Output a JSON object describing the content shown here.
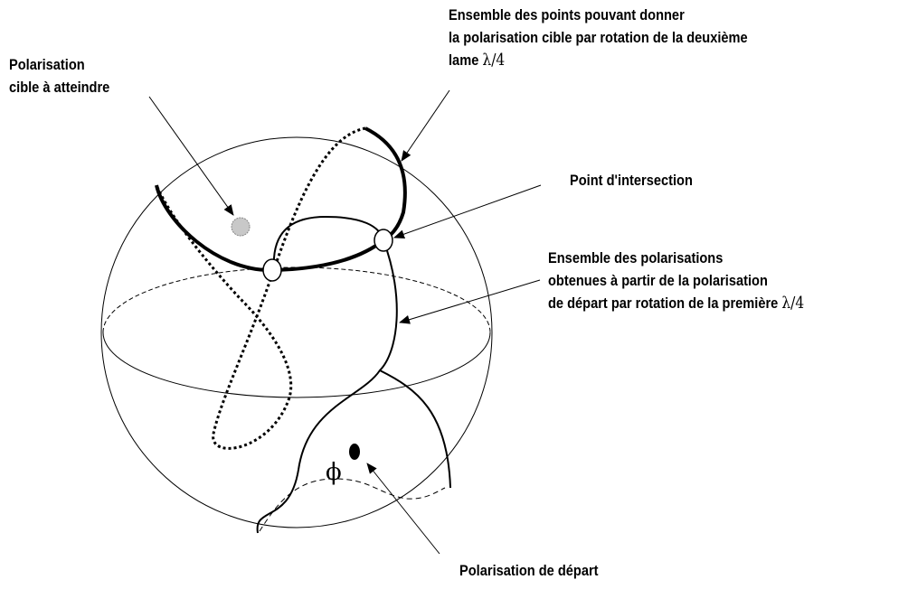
{
  "labels": {
    "target": {
      "line1": "Polarisation",
      "line2": "cible à atteindre"
    },
    "set_second": {
      "line1": "Ensemble des points pouvant donner",
      "line2": "la polarisation cible par rotation de la deuxième",
      "line3_text": "lame ",
      "line3_symbol": "λ/4"
    },
    "intersection": "Point d'intersection",
    "set_first": {
      "line1": "Ensemble des polarisations",
      "line2": "obtenues à partir de la polarisation",
      "line3_text": " de départ par rotation de la première ",
      "line3_symbol": "λ/4"
    },
    "start": "Polarisation de départ",
    "phi": "ϕ"
  },
  "colors": {
    "stroke": "#000000",
    "target_point": "#c8c8c8",
    "start_point": "#000000",
    "intersection_fill": "#ffffff"
  }
}
